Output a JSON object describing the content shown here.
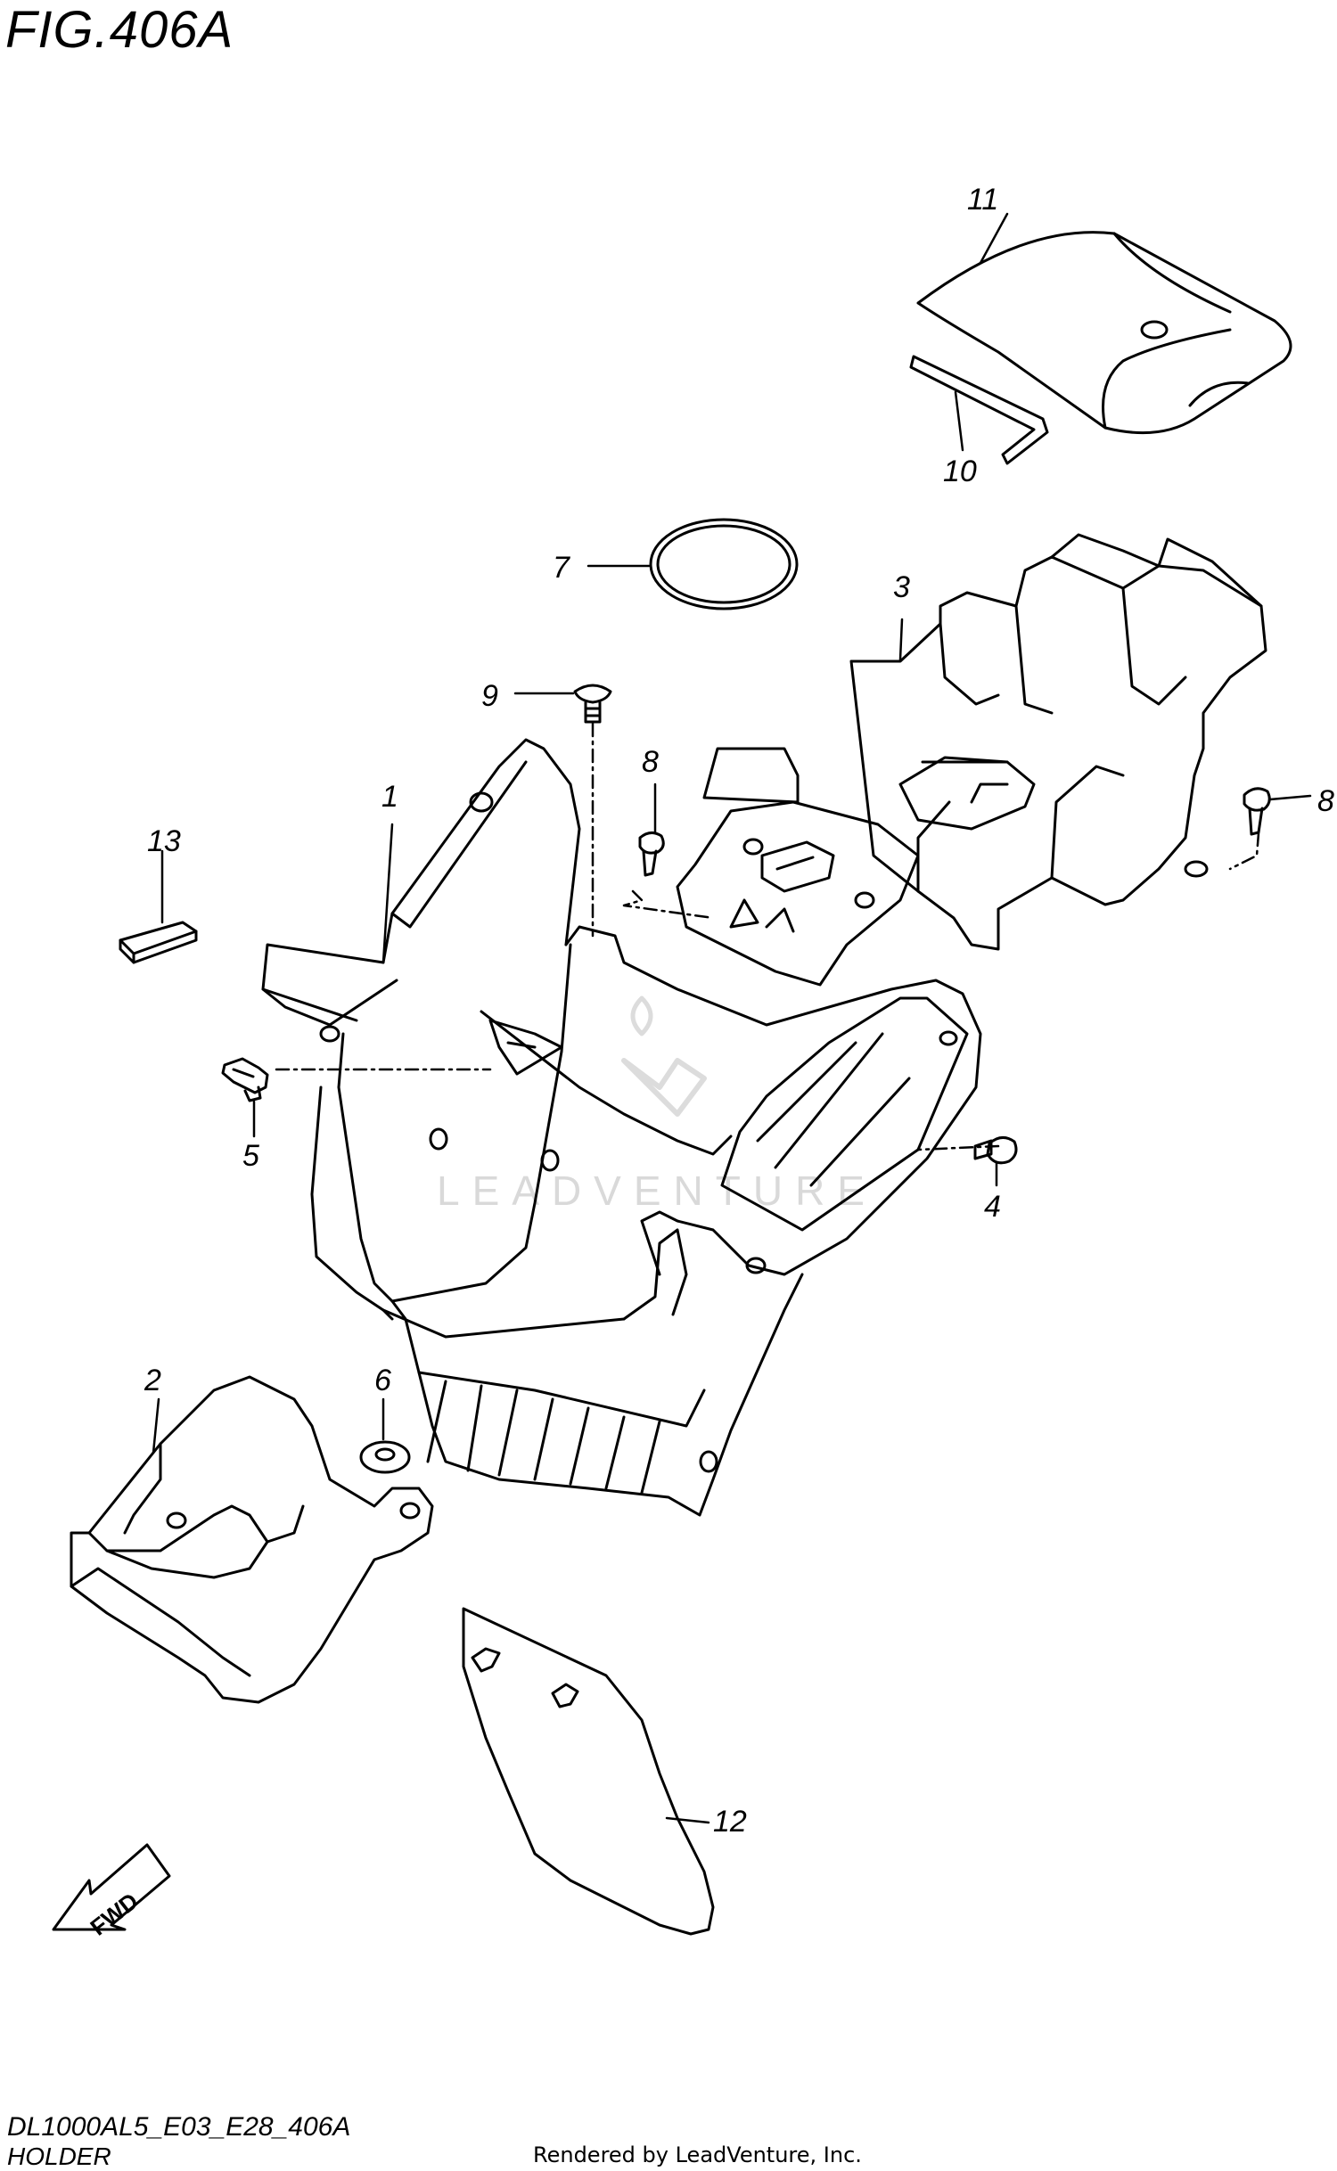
{
  "figure": {
    "title": "FIG.406A",
    "code": "DL1000AL5_E03_E28_406A",
    "name": "HOLDER",
    "credit": "Rendered by LeadVenture, Inc.",
    "watermark": "LEADVENTURE",
    "forward_label": "FWD"
  },
  "callouts": [
    "1",
    "2",
    "3",
    "4",
    "5",
    "6",
    "7",
    "8",
    "8",
    "9",
    "10",
    "11",
    "12",
    "13"
  ]
}
